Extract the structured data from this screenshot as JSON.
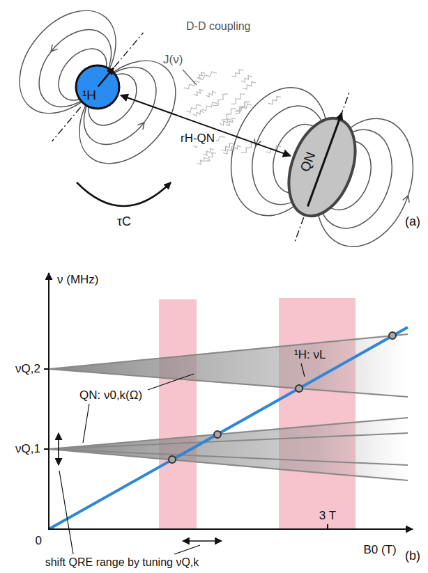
{
  "diagram": {
    "nodes": [
      {
        "text": [
          "¹H"
        ]
      },
      {
        "text": [
          "QN"
        ]
      }
    ],
    "edges": [
      {
        "from": 0,
        "to": 1,
        "arrow": "both",
        "label": "rH-QN"
      }
    ],
    "labels": [
      "D-D coupling",
      "J(ν)",
      "τC",
      "(a)",
      "ν (MHz)",
      "νQ,2",
      "νQ,1",
      "0",
      "B0 (T)",
      "3 T",
      "¹H: νL",
      "QN: ν0,k(Ω)",
      "shift QRE range by tuning νQ,k",
      "(b)"
    ]
  }
}
